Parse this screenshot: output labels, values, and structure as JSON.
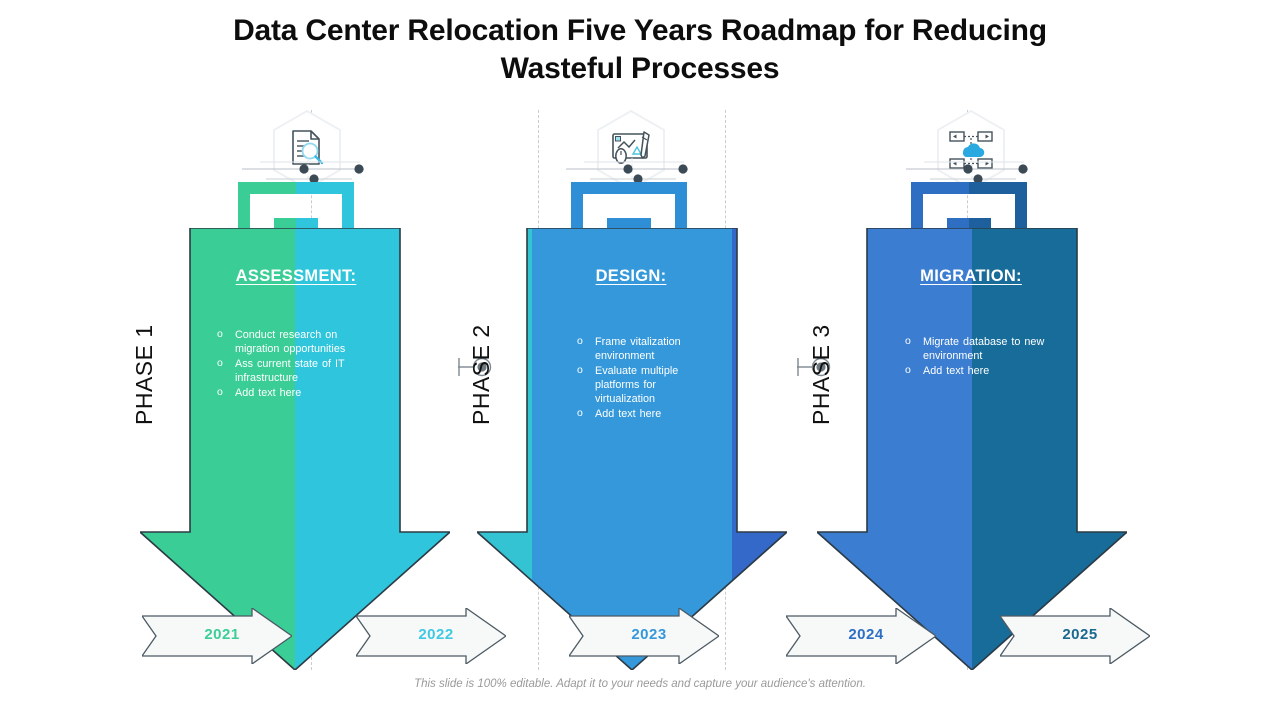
{
  "slide": {
    "title": "Data Center Relocation Five Years Roadmap for Reducing Wasteful Processes",
    "footer": "This slide is 100% editable. Adapt it to your needs and capture your audience's attention.",
    "background": "#ffffff"
  },
  "phases": [
    {
      "label": "PHASE 1",
      "heading": "ASSESSMENT:",
      "icon": "document-search-icon",
      "bullets": [
        "Conduct research on migration opportunities",
        "Ass current state of IT infrastructure",
        "Add text here"
      ],
      "colors": {
        "left": "#3ACE96",
        "right": "#2FC6DD",
        "handle_left": "#3ACE96",
        "handle_right": "#2FC6DD",
        "outline": "#2b3a44"
      }
    },
    {
      "label": "PHASE 2",
      "heading": "DESIGN:",
      "icon": "blueprint-design-icon",
      "bullets": [
        "Frame vitalization environment",
        "Evaluate multiple platforms for virtualization",
        "Add text here"
      ],
      "colors": {
        "left": "#33C3D2",
        "mid": "#3498DB",
        "right": "#3569C9",
        "handle_left": "#2E8FD6",
        "handle_right": "#2E8FD6",
        "outline": "#2b3a44"
      }
    },
    {
      "label": "PHASE 3",
      "heading": "MIGRATION:",
      "icon": "cloud-migration-icon",
      "bullets": [
        "Migrate database to new environment",
        "Add text here"
      ],
      "colors": {
        "left": "#3B7DD0",
        "right": "#176C99",
        "handle_left": "#2E6FC4",
        "handle_right": "#1E5F9E",
        "outline": "#2b3a44"
      }
    }
  ],
  "years": [
    {
      "value": "2021",
      "color": "#3ACE96"
    },
    {
      "value": "2022",
      "color": "#3FC9E3"
    },
    {
      "value": "2023",
      "color": "#3498DB"
    },
    {
      "value": "2024",
      "color": "#2E6FC4"
    },
    {
      "value": "2025",
      "color": "#19688F"
    }
  ],
  "separators": [
    311,
    538,
    725,
    967
  ]
}
